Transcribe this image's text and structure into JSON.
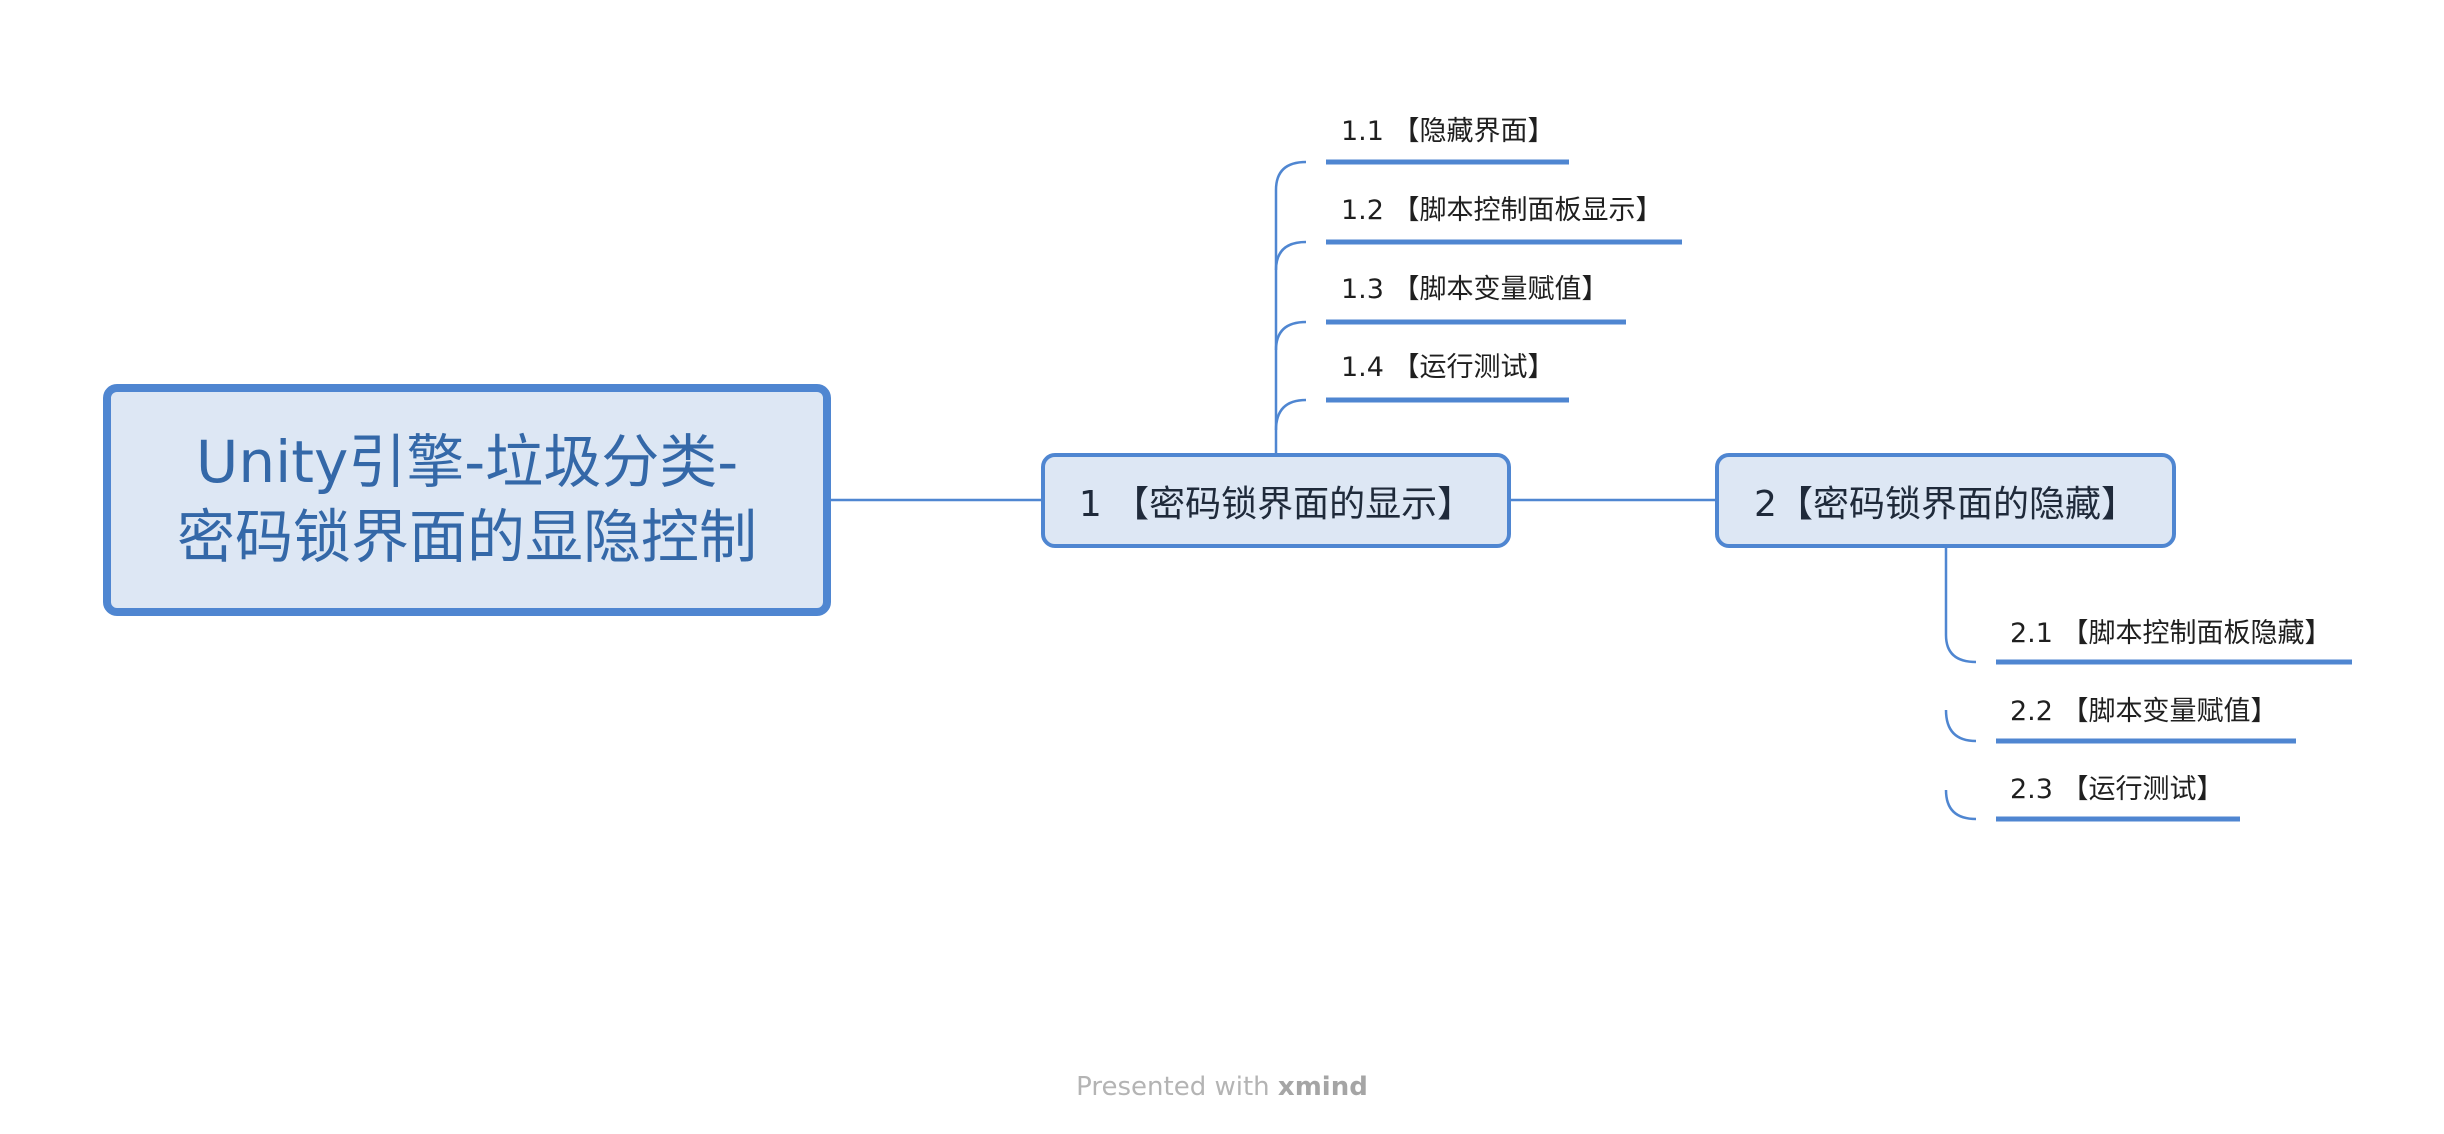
{
  "root": {
    "line1": "Unity引擎-垃圾分类-",
    "line2": "密码锁界面的显隐控制"
  },
  "branches": [
    {
      "label": "1 【密码锁界面的显示】",
      "children": [
        "1.1 【隐藏界面】",
        "1.2 【脚本控制面板显示】",
        "1.3 【脚本变量赋值】",
        "1.4 【运行测试】"
      ]
    },
    {
      "label": "2【密码锁界面的隐藏】",
      "children": [
        "2.1 【脚本控制面板隐藏】",
        "2.2 【脚本变量赋值】",
        "2.3 【运行测试】"
      ]
    }
  ],
  "footer": {
    "prefix": "Presented with",
    "brand": "xmind"
  },
  "colors": {
    "line": "#4f86d1",
    "fill": "#dde7f4",
    "root_text": "#3468a8"
  }
}
